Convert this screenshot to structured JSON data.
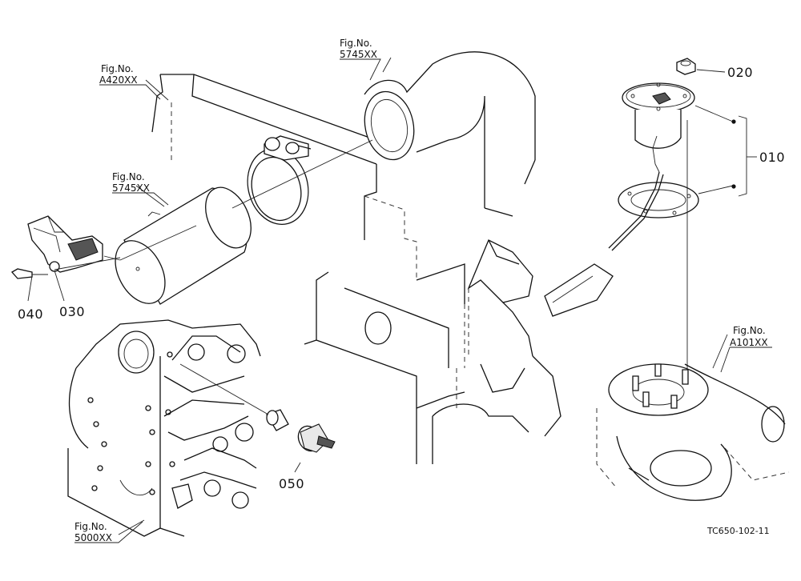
{
  "fig_refs": [
    {
      "id": "a420",
      "line1": "Fig.No.",
      "line2": "A420XX"
    },
    {
      "id": "5745-top",
      "line1": "Fig.No.",
      "line2": "5745XX"
    },
    {
      "id": "5745-left",
      "line1": "Fig.No.",
      "line2": "5745XX"
    },
    {
      "id": "a101",
      "line1": "Fig.No.",
      "line2": "A101XX"
    },
    {
      "id": "5000",
      "line1": "Fig.No.",
      "line2": "5000XX"
    }
  ],
  "parts": [
    {
      "id": "p020",
      "label": "020"
    },
    {
      "id": "p010",
      "label": "010"
    },
    {
      "id": "p040",
      "label": "040"
    },
    {
      "id": "p030",
      "label": "030"
    },
    {
      "id": "p050",
      "label": "050"
    }
  ],
  "drawing_code": "TC650-102-11"
}
